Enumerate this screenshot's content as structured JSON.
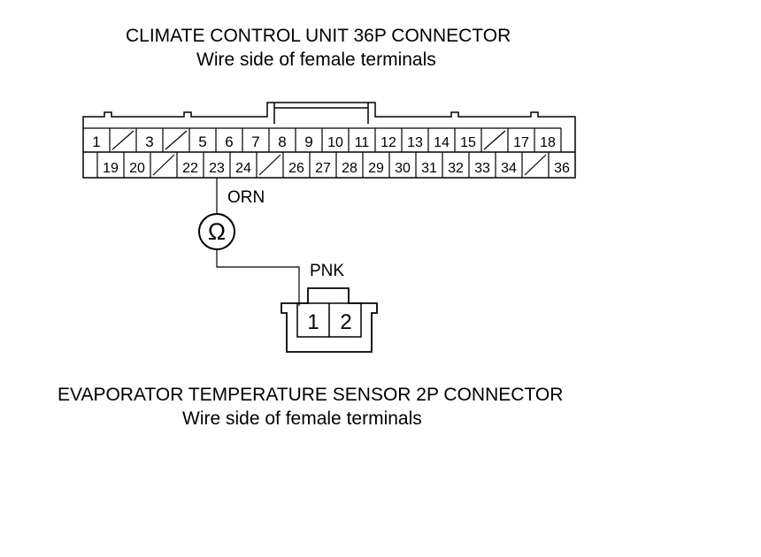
{
  "ecu_connector": {
    "title": "CLIMATE CONTROL UNIT 36P CONNECTOR",
    "subtitle": "Wire side of female terminals",
    "pin_count": 36,
    "top_row": [
      "1",
      "/",
      "3",
      "/",
      "5",
      "6",
      "7",
      "8",
      "9",
      "10",
      "11",
      "12",
      "13",
      "14",
      "15",
      "/",
      "17",
      "18"
    ],
    "bottom_row": [
      "19",
      "20",
      "/",
      "22",
      "23",
      "24",
      "/",
      "26",
      "27",
      "28",
      "29",
      "30",
      "31",
      "32",
      "33",
      "34",
      "/",
      "36"
    ],
    "probe_terminal": "23"
  },
  "wire_ecu": {
    "color": "ORN"
  },
  "meter": {
    "symbol": "Ω",
    "function": "resistance"
  },
  "wire_sensor": {
    "color": "PNK"
  },
  "sensor_connector": {
    "title": "EVAPORATOR TEMPERATURE SENSOR 2P CONNECTOR",
    "subtitle": "Wire side of female terminals",
    "terminals": [
      "1",
      "2"
    ],
    "probe_terminal": "1"
  }
}
